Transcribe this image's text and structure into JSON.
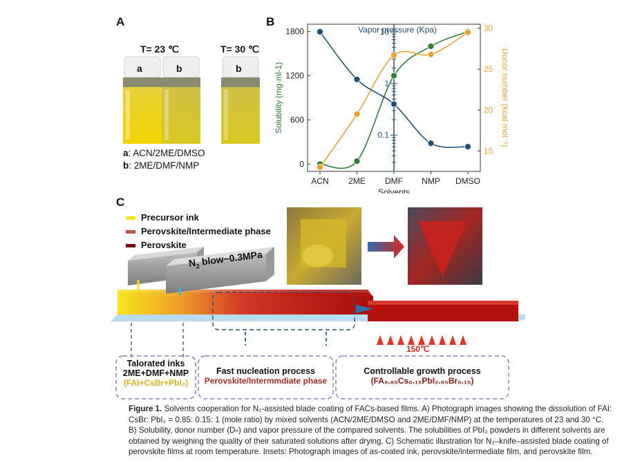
{
  "panelA": {
    "letter": "A",
    "temp1": "T= 23 ℃",
    "temp2": "T= 30 ℃",
    "vial_labels": [
      "a",
      "b",
      "b"
    ],
    "legend_a_key": "a",
    "legend_a_text": ": ACN/2ME/DMSO",
    "legend_b_key": "b",
    "legend_b_text": ": 2ME/DMF/NMP"
  },
  "panelB": {
    "letter": "B"
  },
  "chart_data": {
    "type": "line",
    "title": "Vapor pressure (Kpa)",
    "xlabel": "Solvents",
    "ylabel_left": "Solubility (mg·ml-1)",
    "ylabel_right": "Donor number (kcal·mol⁻¹)",
    "categories": [
      "ACN",
      "2ME",
      "DMF",
      "NMP",
      "DMSO"
    ],
    "left_ticks": [
      "0",
      "600",
      "1200",
      "1800"
    ],
    "left_ylim": [
      -100,
      1900
    ],
    "right_ticks": [
      "15",
      "20",
      "25",
      "30"
    ],
    "right_ylim": [
      12.5,
      30.5
    ],
    "center_ticks": [
      "0.1",
      "1",
      "10"
    ],
    "center_ylim_log": [
      0.02,
      14
    ],
    "series": [
      {
        "axis": "left",
        "color": "#2e7d32",
        "values": [
          0,
          40,
          1200,
          1600,
          1800
        ]
      },
      {
        "axis": "right",
        "color": "#f0a030",
        "values": [
          13,
          19.5,
          26.7,
          26.8,
          29.5
        ]
      },
      {
        "axis": "center_log",
        "color": "#1f4e79",
        "values": [
          10,
          1.2,
          0.4,
          0.07,
          0.06
        ]
      }
    ]
  },
  "panelC": {
    "letter": "C",
    "legend": [
      {
        "label": "Precursor ink",
        "color": "#f5e21a"
      },
      {
        "label": "Perovskite/Intermediate phase",
        "color": "#c0504d"
      },
      {
        "label": "Perovskite",
        "color": "#7a0a0a"
      }
    ],
    "blade_label_pre": "N",
    "blade_label_sub": "2",
    "blade_label_post": " blow~0.3MPa",
    "temperature": "150℃",
    "boxes": [
      {
        "title": "Talorated inks",
        "line2": "2ME+DMF+NMP",
        "line3": "(FAI+CsBr+PbI₂)"
      },
      {
        "title": "Fast nucleation process",
        "line2": "Perovskite/Intermmdiate phase"
      },
      {
        "title": "Controllable growth process",
        "line2": "(FA₀.₈₅Cs₀.₁₅PbI₂.₈₅Br₀.₁₅)"
      }
    ]
  },
  "caption": {
    "label": "Figure 1.",
    "text": "Solvents cooperation for N₂-assisted blade coating of FACs-based films. A) Photograph images showing the dissolution of FAI: CsBr: PbI₂ = 0.85: 0.15: 1 (mole ratio) by mixed solvents (ACN/2ME/DMSO and 2ME/DMF/NMP) at the temperatures of 23 and 30 °C. B) Solubility, donor number (Dₙ) and vapor pressure of the compared solvents. The solubilities of PbI₂ powders in different solvents are obtained by weighing the quality of their saturated solutions after drying. C) Schematic illustration for N₂–knife–assisted blade coating of perovskite films at room temperature. Insets: Photograph images of as-coated ink, perovskite/intermediate film, and perovskite film."
  }
}
